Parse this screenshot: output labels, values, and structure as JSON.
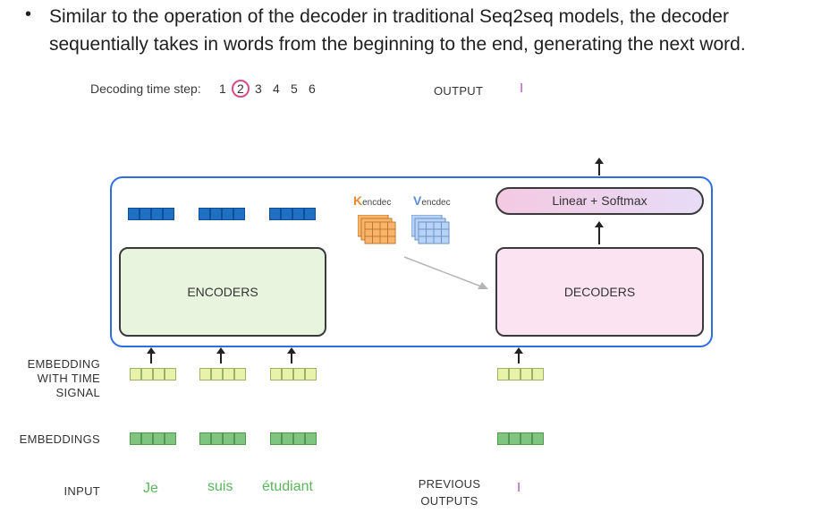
{
  "bullet": {
    "text": "Similar to the operation of the decoder in traditional Seq2seq models, the decoder sequentially takes in words from the beginning to the end, generating the next word."
  },
  "header": {
    "decoding_label": "Decoding time step:",
    "steps": [
      "1",
      "2",
      "3",
      "4",
      "5",
      "6"
    ],
    "current_step": "2",
    "output_label": "OUTPUT",
    "output_token": "I"
  },
  "diagram": {
    "encoders_label": "ENCODERS",
    "decoders_label": "DECODERS",
    "linear_softmax_label": "Linear + Softmax",
    "k_letter": "K",
    "k_sub": "encdec",
    "v_letter": "V",
    "v_sub": "encdec"
  },
  "rows": {
    "embedding_time_signal_label": [
      "EMBEDDING",
      "WITH TIME",
      "SIGNAL"
    ],
    "embeddings_label": "EMBEDDINGS",
    "input_label": "INPUT",
    "input_words": [
      "Je",
      "suis",
      "étudiant"
    ],
    "previous_outputs_label": [
      "PREVIOUS",
      "OUTPUTS"
    ],
    "previous_output_token": "I"
  },
  "colors": {
    "accent_blue": "#2d6fe0",
    "encoder_output": "#1f6fc2",
    "time_signal": "#e8f2a8",
    "embedding": "#7fc47f",
    "input_word": "#5db55d",
    "output_purple": "#b455c5",
    "key_orange": "#f7b46a",
    "value_blue": "#b7d2f4"
  }
}
